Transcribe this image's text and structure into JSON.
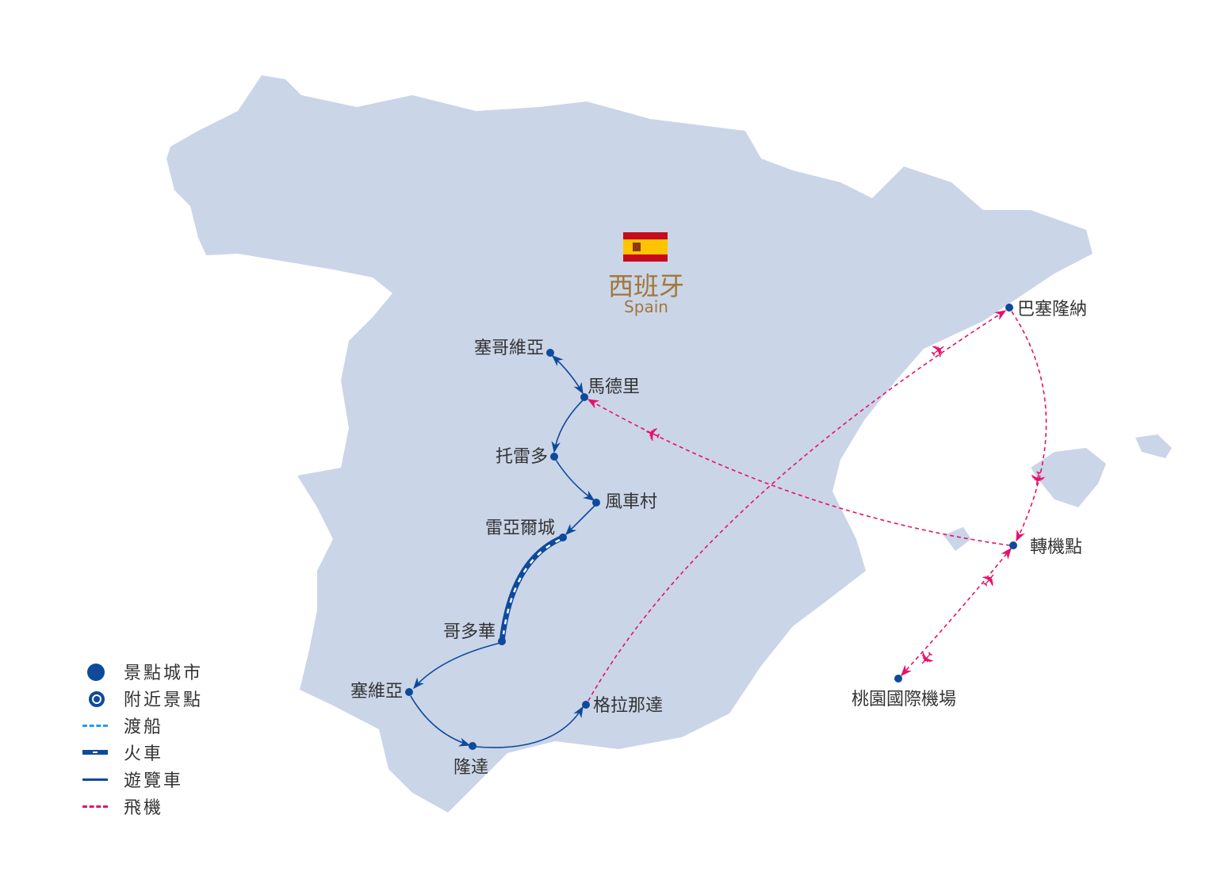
{
  "country": {
    "name_zh": "西班牙",
    "name_en": "Spain"
  },
  "cities": {
    "barcelona": "巴塞隆納",
    "segovia": "塞哥維亞",
    "madrid": "馬德里",
    "toledo": "托雷多",
    "consuegra": "風車村",
    "ciudad_real": "雷亞爾城",
    "cordoba": "哥多華",
    "seville": "塞維亞",
    "ronda": "隆達",
    "granada": "格拉那達",
    "transfer": "轉機點",
    "taoyuan": "桃園國際機場"
  },
  "legend": [
    {
      "icon": "city-dot",
      "label": "景點城市"
    },
    {
      "icon": "nearby-ring",
      "label": "附近景點"
    },
    {
      "icon": "ferry-line",
      "label": "渡船",
      "color": "#1aa3e8"
    },
    {
      "icon": "train-line",
      "label": "火車",
      "color": "#0d4a9b"
    },
    {
      "icon": "coach-line",
      "label": "遊覽車",
      "color": "#0d4a9b"
    },
    {
      "icon": "flight-line",
      "label": "飛機",
      "color": "#e8106a"
    }
  ],
  "colors": {
    "land": "#cad5e8",
    "route": "#0d4a9b",
    "flight": "#e8106a",
    "title": "#a0773a"
  }
}
